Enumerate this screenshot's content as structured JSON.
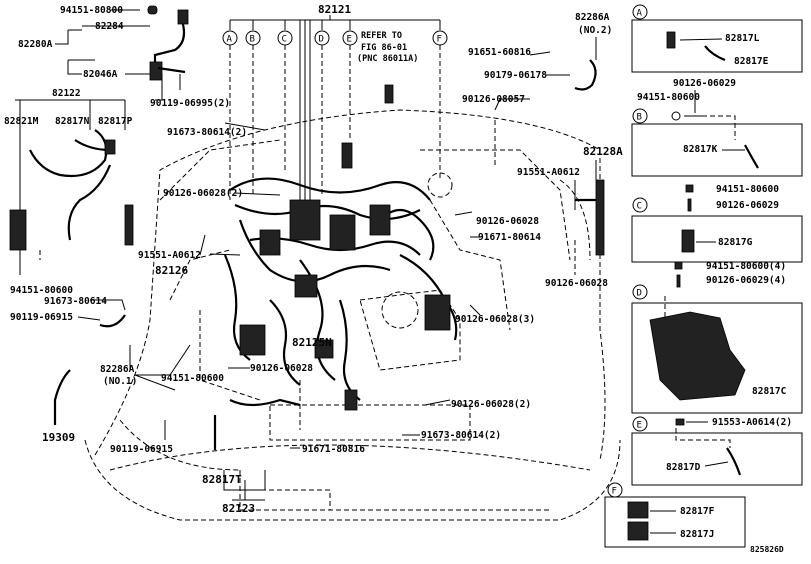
{
  "diagram_id": "825826D",
  "refer": {
    "line1": "REFER TO",
    "line2": "FIG 86-01",
    "line3": "(PNC 86011A)"
  },
  "callout_letters": [
    "A",
    "B",
    "C",
    "D",
    "E",
    "F"
  ],
  "labels": {
    "p94151_80800_top": "94151-80800",
    "p82284": "82284",
    "p82280A": "82280A",
    "p82046A": "82046A",
    "p90119_06995": "90119-06995(2)",
    "p82122": "82122",
    "p82821M": "82821M",
    "p82817N": "82817N",
    "p82817P": "82817P",
    "p82121": "82121",
    "p82286A_top": "82286A",
    "no2": "(NO.2)",
    "p91651_60816": "91651-60816",
    "p90179_06178": "90179-06178",
    "p90126_08057": "90126-08057",
    "p91673_80614_2a": "91673-80614(2)",
    "p90126_06028_2a": "90126-06028(2)",
    "p91551_A0612_r": "91551-A0612",
    "p82128A": "82128A",
    "p90126_06028_r": "90126-06028",
    "p91671_80614": "91671-80614",
    "p91551_A0612_l": "91551-A0612",
    "p82126": "82126",
    "p94151_80600_l": "94151-80600",
    "p91673_80614_l": "91673-80614",
    "p90119_06915_l": "90119-06915",
    "p90126_06028_rr": "90126-06028",
    "p90126_06028_3": "90126-06028(3)",
    "p82125N": "82125N",
    "p82286A_bot": "82286A",
    "no1": "(NO.1)",
    "p94151_80600_c": "94151-80600",
    "p90126_06028_c": "90126-06028",
    "p19309": "19309",
    "p90126_06028_2b": "90126-06028(2)",
    "p90119_06915_b": "90119-06915",
    "p91673_80614_2b": "91673-80614(2)",
    "p91671_80816": "91671-80816",
    "p82817T": "82817T",
    "p82123": "82123"
  },
  "inset": {
    "A": {
      "p1": "82817L",
      "p2": "82817E"
    },
    "B": {
      "top1": "90126-06029",
      "top2": "94151-80600",
      "p1": "82817K"
    },
    "C": {
      "top1": "94151-80600",
      "top2": "90126-06029",
      "p1": "82817G"
    },
    "D": {
      "top1": "94151-80600(4)",
      "top2": "90126-06029(4)",
      "p1": "82817C"
    },
    "E": {
      "top1": "91553-A0614(2)",
      "p1": "82817D"
    },
    "F": {
      "p1": "82817F",
      "p2": "82817J"
    }
  }
}
